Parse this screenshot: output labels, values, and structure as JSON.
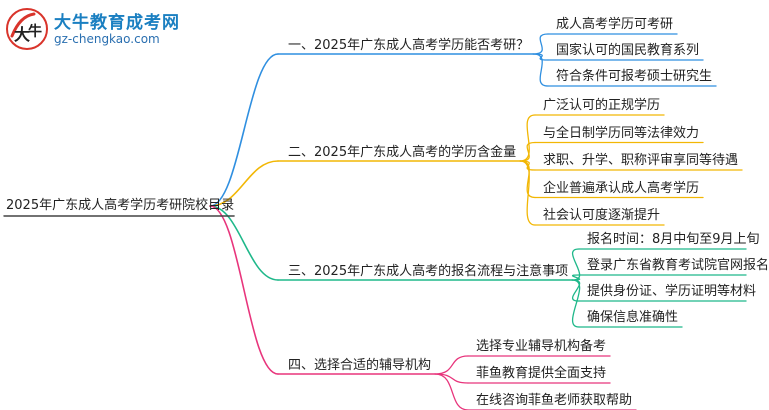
{
  "logo": {
    "title": "大牛教育成考网",
    "url": "gz-chengkao.com"
  },
  "root": "2025年广东成人高考学历考研院校目录",
  "branches": [
    {
      "label": "一、2025年广东成人高考学历能否考研？",
      "color": "#2f8fe0",
      "children": [
        "成人高考学历可考研",
        "国家认可的国民教育系列",
        "符合条件可报考硕士研究生"
      ]
    },
    {
      "label": "二、2025年广东成人高考的学历含金量",
      "color": "#f2b705",
      "children": [
        "广泛认可的正规学历",
        "与全日制学历同等法律效力",
        "求职、升学、职称评审享同等待遇",
        "企业普遍承认成人高考学历",
        "社会认可度逐渐提升"
      ]
    },
    {
      "label": "三、2025年广东成人高考的报名流程与注意事项",
      "color": "#1fb88a",
      "children": [
        "报名时间：8月中旬至9月上旬",
        "登录广东省教育考试院官网报名",
        "提供身份证、学历证明等材料",
        "确保信息准确性"
      ]
    },
    {
      "label": "四、选择合适的辅导机构",
      "color": "#e8357c",
      "children": [
        "选择专业辅导机构备考",
        "菲鱼教育提供全面支持",
        "在线咨询菲鱼老师获取帮助"
      ]
    }
  ]
}
